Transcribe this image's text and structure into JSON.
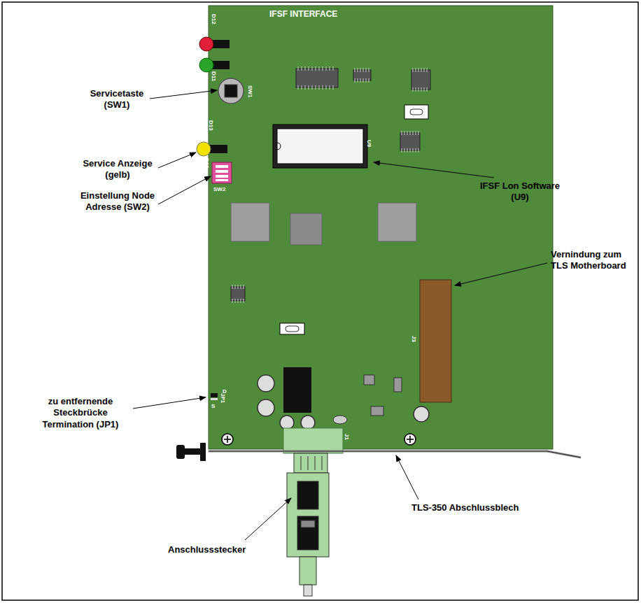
{
  "diagram": {
    "labels": [
      "IFSF INTERFACE",
      "D12",
      "D11",
      "SW1",
      "D13",
      "D12",
      "SW2",
      "U9",
      "J3",
      "S",
      "D",
      "JP1",
      "J1",
      "Servicetaste (SW1)",
      "Service Anzeige (gelb)",
      "Einstellung Node Adresse (SW2)",
      "IFSF Lon Software (U9)",
      "Vernindung zum TLS Motherboard",
      "zu entfernende Steckbrücke Termination (JP1)",
      "TLS-350 Abschlussblech",
      "Anschlussstecker"
    ]
  }
}
